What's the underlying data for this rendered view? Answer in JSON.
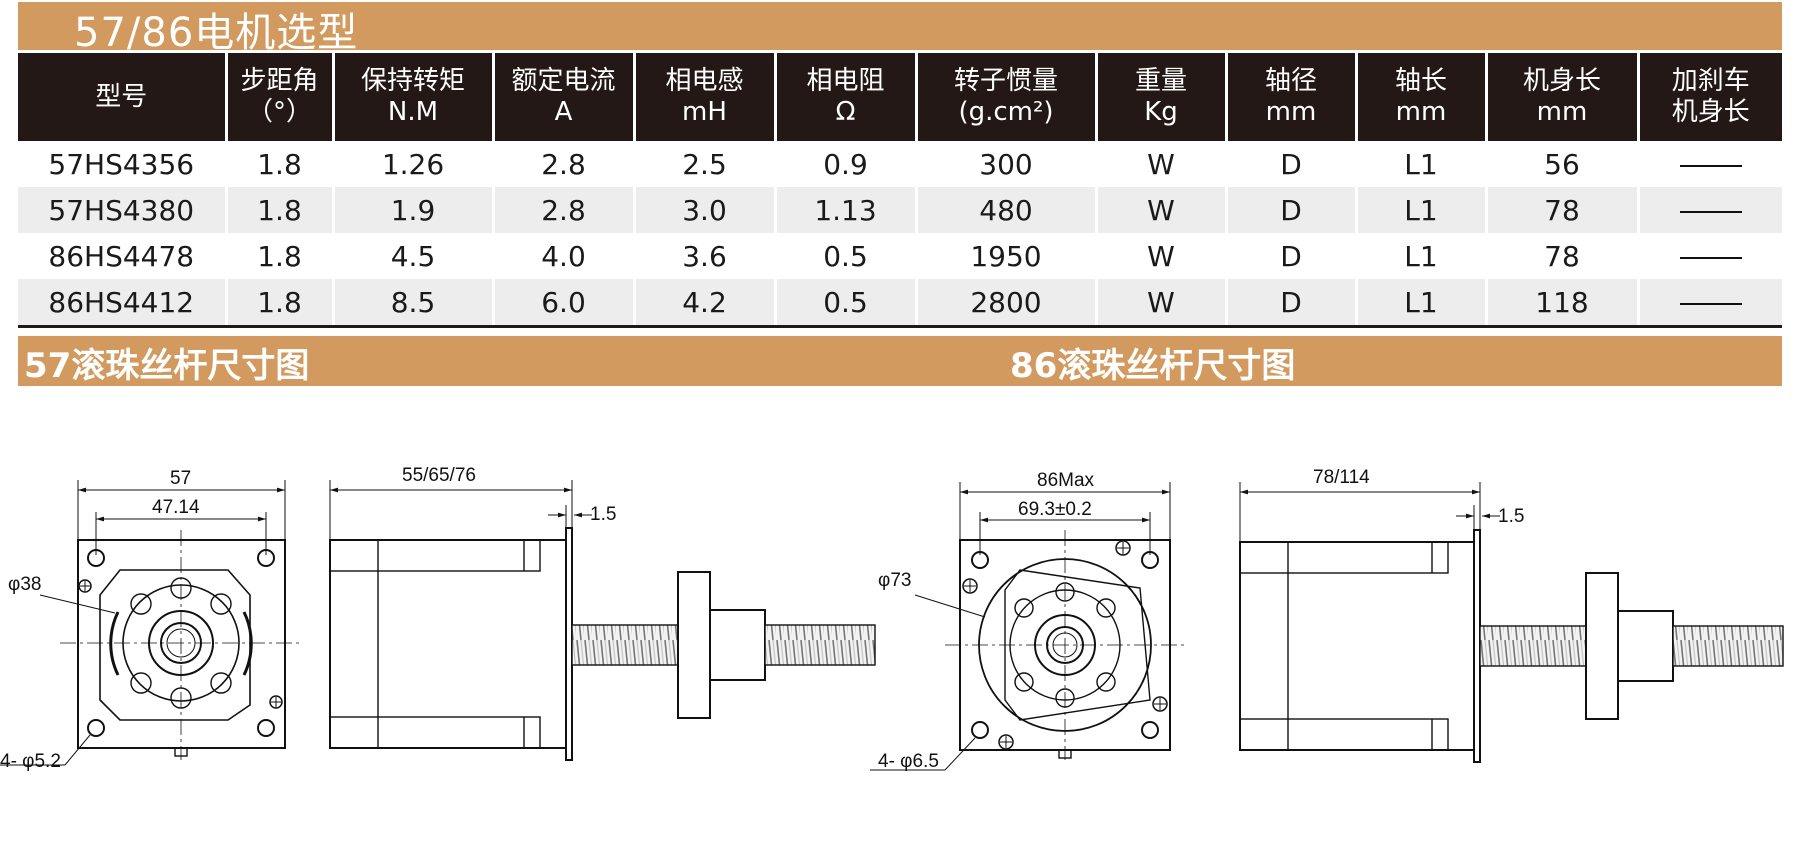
{
  "title": "57/86电机选型",
  "table": {
    "headers": [
      {
        "line1": "型号",
        "line2": ""
      },
      {
        "line1": "步距角",
        "line2": "（°）"
      },
      {
        "line1": "保持转矩",
        "line2": "N.M"
      },
      {
        "line1": "额定电流",
        "line2": "A"
      },
      {
        "line1": "相电感",
        "line2": "mH"
      },
      {
        "line1": "相电阻",
        "line2": "Ω"
      },
      {
        "line1": "转子惯量",
        "line2": "(g.cm²)"
      },
      {
        "line1": "重量",
        "line2": "Kg"
      },
      {
        "line1": "轴径",
        "line2": "mm"
      },
      {
        "line1": "轴长",
        "line2": "mm"
      },
      {
        "line1": "机身长",
        "line2": "mm"
      },
      {
        "line1": "加刹车",
        "line2": "机身长"
      }
    ],
    "rows": [
      [
        "57HS4356",
        "1.8",
        "1.26",
        "2.8",
        "2.5",
        "0.9",
        "300",
        "W",
        "D",
        "L1",
        "56",
        "——"
      ],
      [
        "57HS4380",
        "1.8",
        "1.9",
        "2.8",
        "3.0",
        "1.13",
        "480",
        "W",
        "D",
        "L1",
        "78",
        "——"
      ],
      [
        "86HS4478",
        "1.8",
        "4.5",
        "4.0",
        "3.6",
        "0.5",
        "1950",
        "W",
        "D",
        "L1",
        "78",
        "——"
      ],
      [
        "86HS4412",
        "1.8",
        "8.5",
        "6.0",
        "4.2",
        "0.5",
        "2800",
        "W",
        "D",
        "L1",
        "118",
        "——"
      ]
    ]
  },
  "sections": {
    "left_title": "57滚珠丝杆尺寸图",
    "right_title": "86滚珠丝杆尺寸图"
  },
  "drawing57": {
    "width": "57",
    "hole_spacing": "47.14",
    "boss_dia": "φ38",
    "holes": "4- φ5.2",
    "body_length": "55/65/76",
    "flange": "1.5"
  },
  "drawing86": {
    "width": "86Max",
    "hole_spacing": "69.3±0.2",
    "boss_dia": "φ73",
    "holes": "4- φ6.5",
    "body_length": "78/114",
    "flange": "1.5"
  },
  "colors": {
    "accent": "#d29a5e",
    "header_bg": "#231815",
    "row_alt": "#ededed"
  }
}
